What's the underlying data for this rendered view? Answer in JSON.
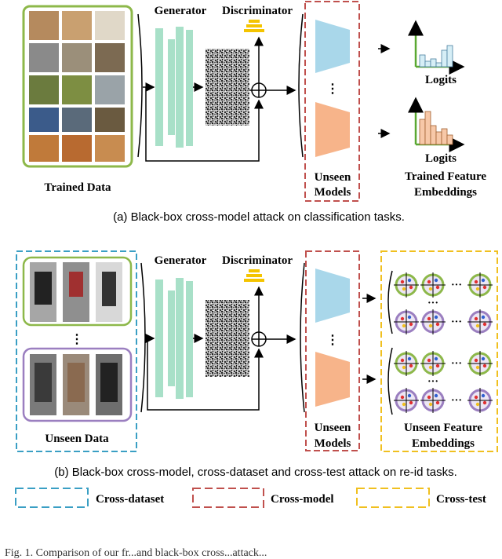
{
  "top": {
    "generator_label": "Generator",
    "discriminator_label": "Discriminator",
    "trained_data_label": "Trained Data",
    "unseen_label_1": "Unseen",
    "unseen_label_2": "Models",
    "logits_1": "Logits",
    "logits_2": "Logits",
    "trained_feat_1": "Trained Feature",
    "trained_feat_2": "Embeddings",
    "caption": "(a)  Black-box cross-model attack on classification tasks."
  },
  "bottom": {
    "generator_label": "Generator",
    "discriminator_label": "Discriminator",
    "unseen_data_label": "Unseen Data",
    "unseen_label_1": "Unseen",
    "unseen_label_2": "Models",
    "unseen_feat_1": "Unseen Feature",
    "unseen_feat_2": "Embeddings",
    "caption": "(b)  Black-box cross-model, cross-dataset and cross-test attack on re-id tasks."
  },
  "legend": [
    {
      "label": "Cross-dataset",
      "color": "#3a9fc4"
    },
    {
      "label": "Cross-model",
      "color": "#c0504d"
    },
    {
      "label": "Cross-test",
      "color": "#f0c020"
    }
  ],
  "bottom_text": "Fig. 1.   Comparison of our fr...and black-box cross...attack..."
}
